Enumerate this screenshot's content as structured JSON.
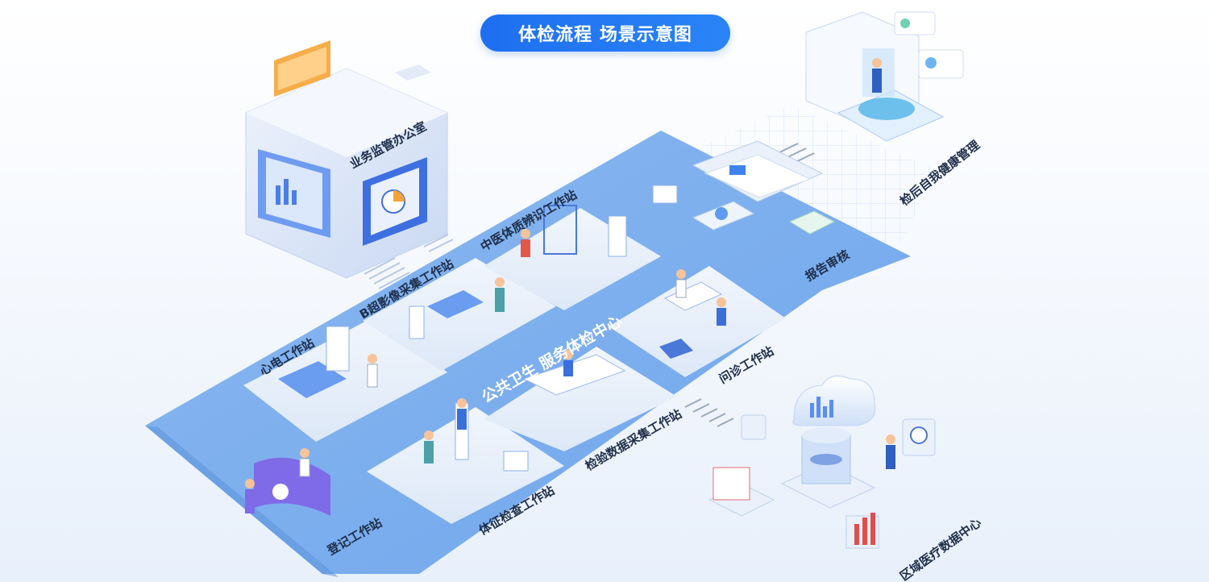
{
  "title": "体检流程 场景示意图",
  "center_label": "公共卫生 服务体检中心",
  "stations": {
    "supervision": "业务监管办公室",
    "tcm": "中医体质辨识工作站",
    "ultrasound": "B超影像采集工作站",
    "ecg": "心电工作站",
    "registration": "登记工作站",
    "physical": "体征检查工作站",
    "lab": "检验数据采集工作站",
    "consult": "问诊工作站",
    "report": "报告审核",
    "self_mgmt": "检后自我健康管理",
    "data_center": "区域医疗数据中心"
  },
  "colors": {
    "platform": "#7fb0ee",
    "platform_light": "#9fc3f3",
    "tile": "#e9f0fa",
    "accent": "#2a7df0",
    "title_bg": "#1e6ff0"
  }
}
